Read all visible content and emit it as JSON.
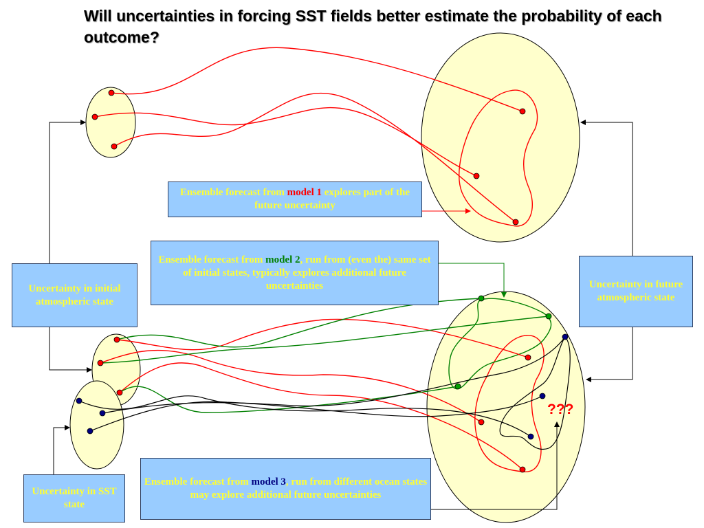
{
  "title": "Will uncertainties in forcing SST fields better estimate the probability of each outcome?",
  "boxes": {
    "model1": {
      "prefix": "Ensemble forecast from ",
      "model": "model 1",
      "suffix": " explores part of the future uncertainty"
    },
    "model2": {
      "prefix": "Ensemble forecast from ",
      "model": "model 2",
      "suffix": ", run from (even the) same set of initial states, typically explores additional future uncertainties"
    },
    "model3": {
      "prefix": "Ensemble forecast from ",
      "model": "model 3",
      "suffix": ", run from different ocean states may explore additional future uncertainties"
    },
    "initial_atm": "Uncertainty in initial atmospheric state",
    "future_atm": "Uncertainty in future atmospheric state",
    "sst": "Uncertainty in SST  state"
  },
  "unknown_outcome": "???",
  "colors": {
    "model1": "#ff0000",
    "model2": "#008000",
    "model3": "#000080",
    "ellipse_fill": "#ffffcc",
    "box_fill": "#99ccff",
    "box_text": "#ffff33"
  }
}
